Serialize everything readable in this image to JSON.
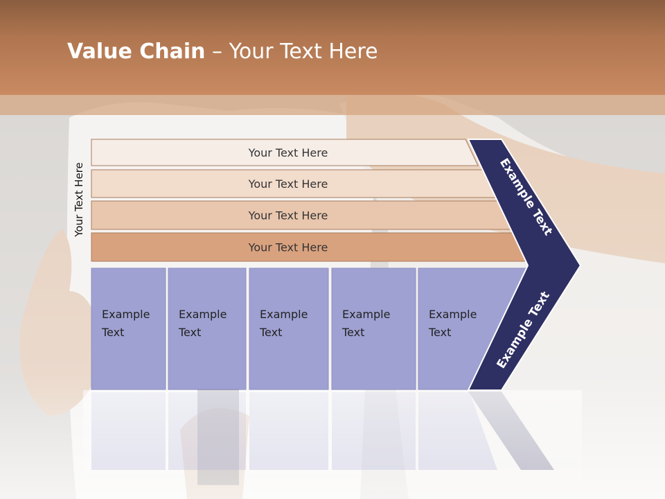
{
  "slide": {
    "title_bold": "Value Chain",
    "title_rest": " – Your Text Here",
    "vertical_label": "Your Text Here"
  },
  "support_bars": [
    {
      "label": "Your Text Here",
      "fill": "#f6ede7"
    },
    {
      "label": "Your Text Here",
      "fill": "#f2dccc"
    },
    {
      "label": "Your Text Here",
      "fill": "#e9c7ae"
    },
    {
      "label": "Your Text Here",
      "fill": "#d9a27f"
    }
  ],
  "primary_activities": [
    {
      "line1": "Example",
      "line2": "Text"
    },
    {
      "line1": "Example",
      "line2": "Text"
    },
    {
      "line1": "Example",
      "line2": "Text"
    },
    {
      "line1": "Example",
      "line2": "Text"
    },
    {
      "line1": "Example",
      "line2": "Text"
    }
  ],
  "margin_chevron": {
    "upper_text": "Example Text",
    "lower_text": "Example Text"
  },
  "colors": {
    "title_band": "#b07650",
    "activity_fill": "#9fa1d2",
    "chevron_fill": "#2e2f62",
    "bar_stroke": "#a87b5d"
  }
}
